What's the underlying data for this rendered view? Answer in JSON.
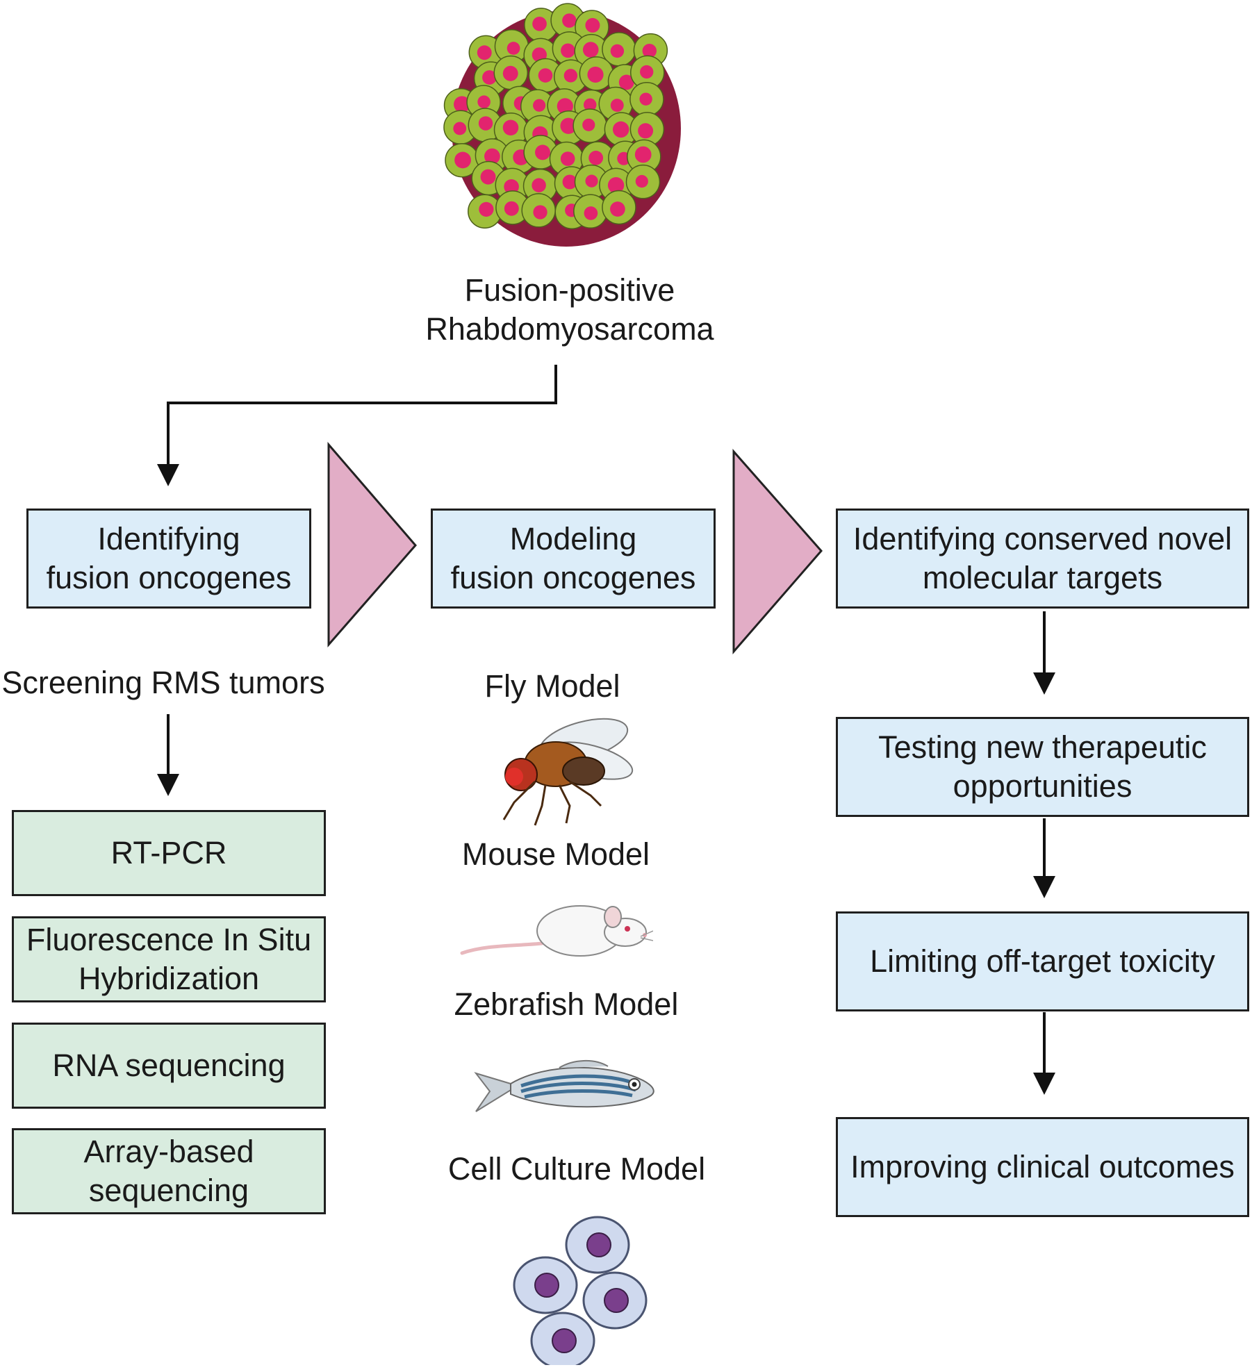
{
  "top": {
    "title_line1": "Fusion-positive",
    "title_line2": "Rhabdomyosarcoma"
  },
  "col1": {
    "header_line1": "Identifying",
    "header_line2": "fusion oncogenes",
    "subtitle": "Screening RMS tumors",
    "methods": [
      {
        "line1": "RT-PCR"
      },
      {
        "line1": "Fluorescence In Situ",
        "line2": "Hybridization"
      },
      {
        "line1": "RNA sequencing"
      },
      {
        "line1": "Array-based",
        "line2": "sequencing"
      }
    ]
  },
  "col2": {
    "header_line1": "Modeling",
    "header_line2": "fusion oncogenes",
    "models": [
      "Fly Model",
      "Mouse Model",
      "Zebrafish Model",
      "Cell Culture Model"
    ]
  },
  "col3": {
    "header_line1": "Identifying conserved novel",
    "header_line2": "molecular targets",
    "steps": [
      {
        "line1": "Testing new therapeutic",
        "line2": "opportunities"
      },
      {
        "line1": "Limiting off-target toxicity"
      },
      {
        "line1": "Improving clinical outcomes"
      }
    ]
  },
  "colors": {
    "box_blue": "#dcedf9",
    "box_green": "#d9ecdf",
    "chevron": "#e2adc6",
    "tumor_cell": "#9ebe3a",
    "tumor_nucleus": "#e2246e"
  }
}
